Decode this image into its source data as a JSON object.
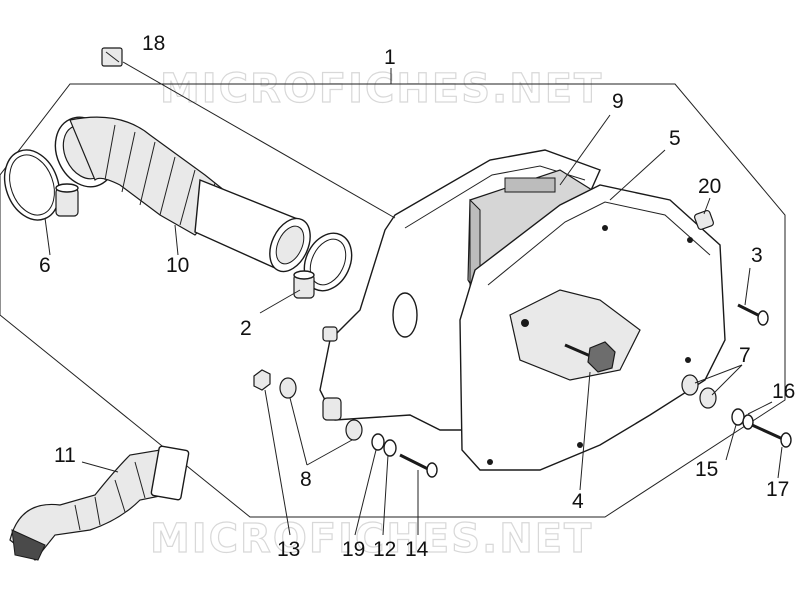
{
  "watermark": "MICROFICHES.NET",
  "callouts": {
    "c1": "1",
    "c2": "2",
    "c3": "3",
    "c4": "4",
    "c5": "5",
    "c6": "6",
    "c7": "7",
    "c8": "8",
    "c9": "9",
    "c10": "10",
    "c11": "11",
    "c12": "12",
    "c13": "13",
    "c14": "14",
    "c15": "15",
    "c16": "16",
    "c17": "17",
    "c18": "18",
    "c19": "19",
    "c20": "20"
  }
}
